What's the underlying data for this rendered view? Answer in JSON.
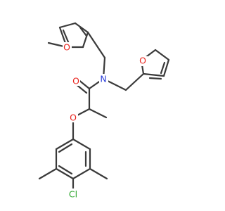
{
  "molecule": {
    "atoms": {
      "o_furan1": "O",
      "o_furan2": "O",
      "o_carbonyl": "O",
      "n_amide": "N",
      "o_ether": "O",
      "cl": "Cl"
    },
    "colors": {
      "bond": "#3a3a3a",
      "oxygen": "#e8231d",
      "nitrogen": "#2b3dd8",
      "chlorine": "#2fa62f"
    }
  }
}
